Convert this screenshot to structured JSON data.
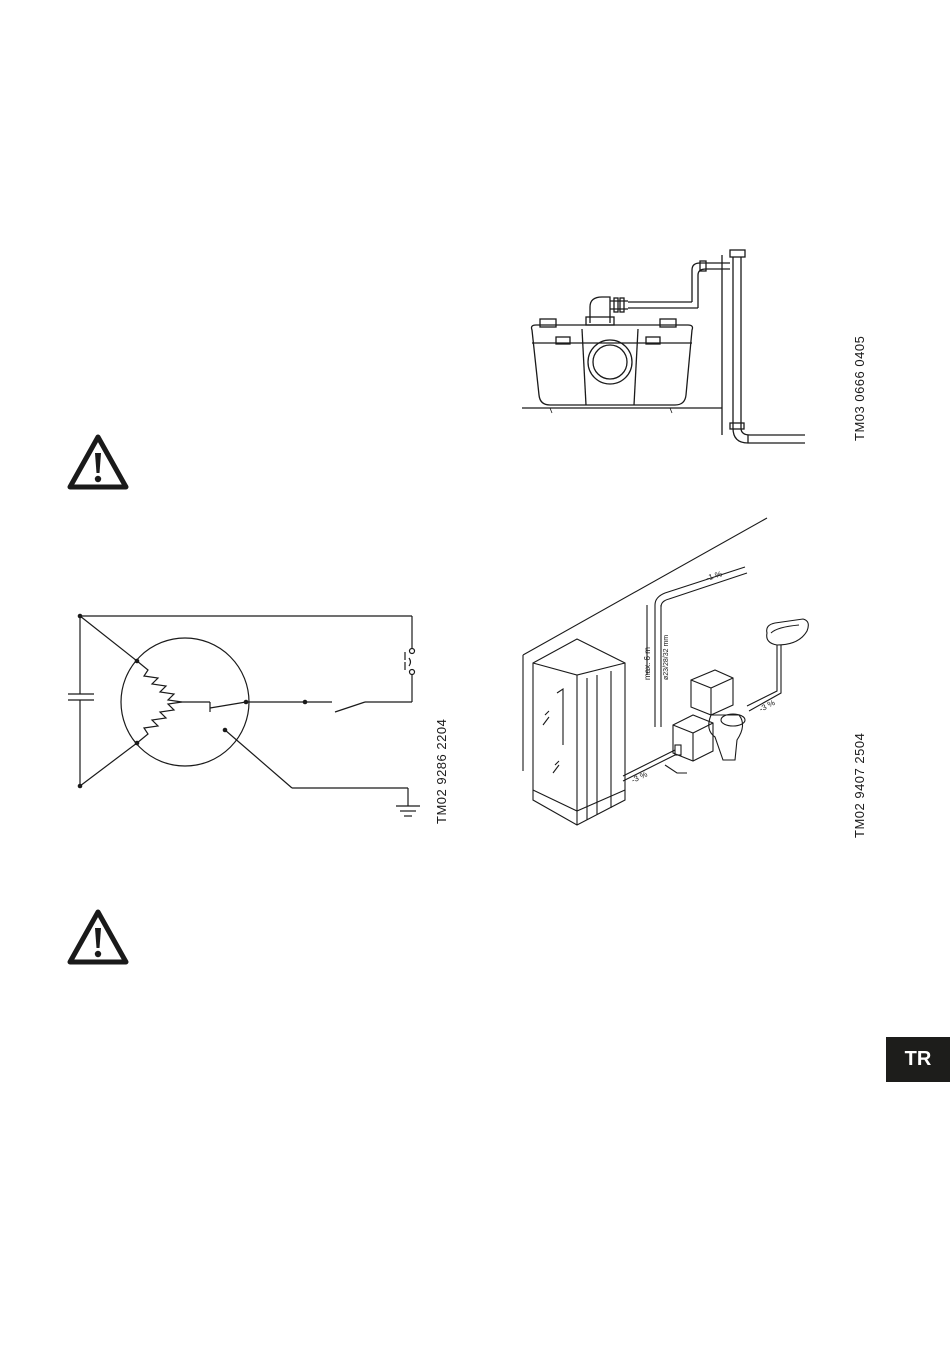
{
  "figures": {
    "pump_installation": {
      "code": "TM03 0666 0405"
    },
    "wiring_diagram": {
      "code": "TM02 9286 2204"
    },
    "bathroom_installation": {
      "code": "TM02 9407 2504",
      "annotations": {
        "slope_top": "-1 %",
        "max_height": "max. 6 m",
        "pipe_diameter": "ø23/28/32 mm",
        "slope_basin": "-3 %",
        "slope_shower": "-3 %"
      }
    }
  },
  "language_tab": "TR",
  "icons": [
    "warning-triangle-icon",
    "warning-triangle-icon"
  ]
}
